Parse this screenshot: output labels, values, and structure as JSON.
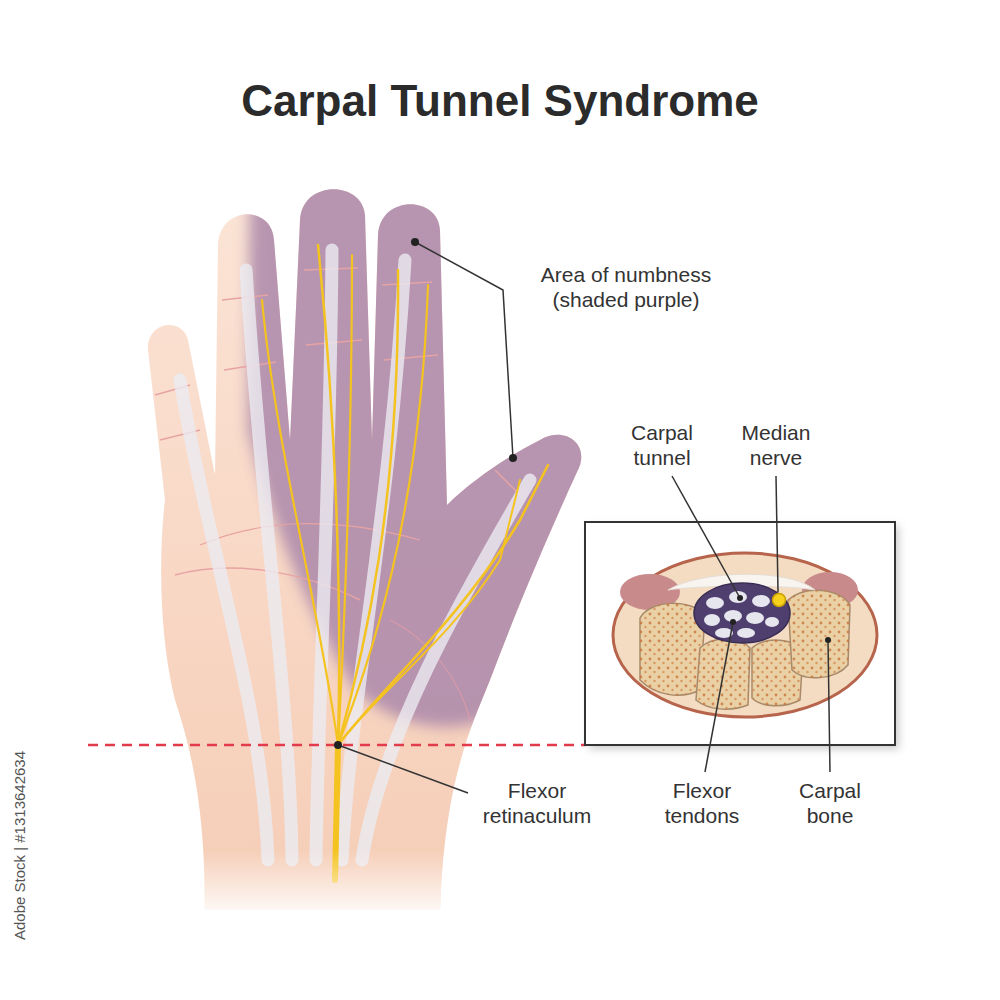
{
  "diagram": {
    "title": "Carpal Tunnel Syndrome",
    "labels": [
      "Area of numbness (shaded purple)",
      "Carpal tunnel",
      "Median nerve",
      "Flexor retinaculum",
      "Flexor tendons",
      "Carpal bone",
      "Adobe Stock | #1313642634"
    ]
  }
}
